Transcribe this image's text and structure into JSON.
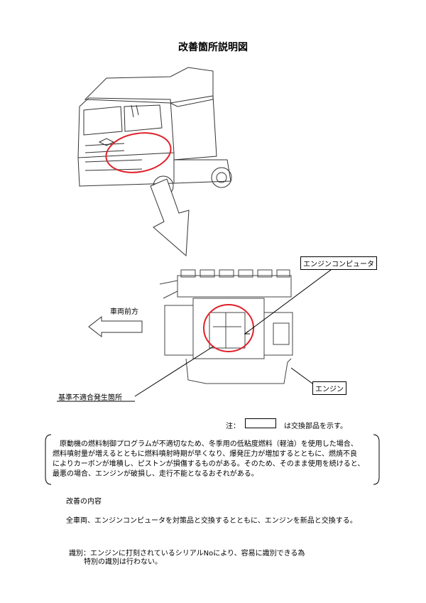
{
  "title": "改善箇所説明図",
  "labels": {
    "engine_computer": "エンジンコンピュータ",
    "vehicle_front": "車両前方",
    "defect_location": "基準不適合発生箇所",
    "engine": "エンジン"
  },
  "note": {
    "prefix": "注：",
    "suffix": "は交換部品を示す。"
  },
  "description": [
    "　原動機の燃料制御プログラムが不適切なため、冬季用の低粘度燃料（軽油）を使用した場合、",
    "燃料噴射量が増えるとともに燃料噴射時期が早くなり、爆発圧力が増加するとともに、燃焼不良",
    "によりカーボンが堆積し、ピストンが損傷するものがある。そのため、そのまま使用を続けると、",
    "最悪の場合、エンジンが破損し、走行不能となるおそれがある。"
  ],
  "improvement": {
    "heading": "改善の内容",
    "text": "全車両、エンジンコンピュータを対策品と交換するとともに、エンジンを新品と交換する。"
  },
  "identification": {
    "line1": "識別：エンジンに打刻されているシリアルNoにより、容易に識別できる為",
    "line2": "特別の識別は行わない。"
  },
  "colors": {
    "highlight": "#e0202a"
  }
}
